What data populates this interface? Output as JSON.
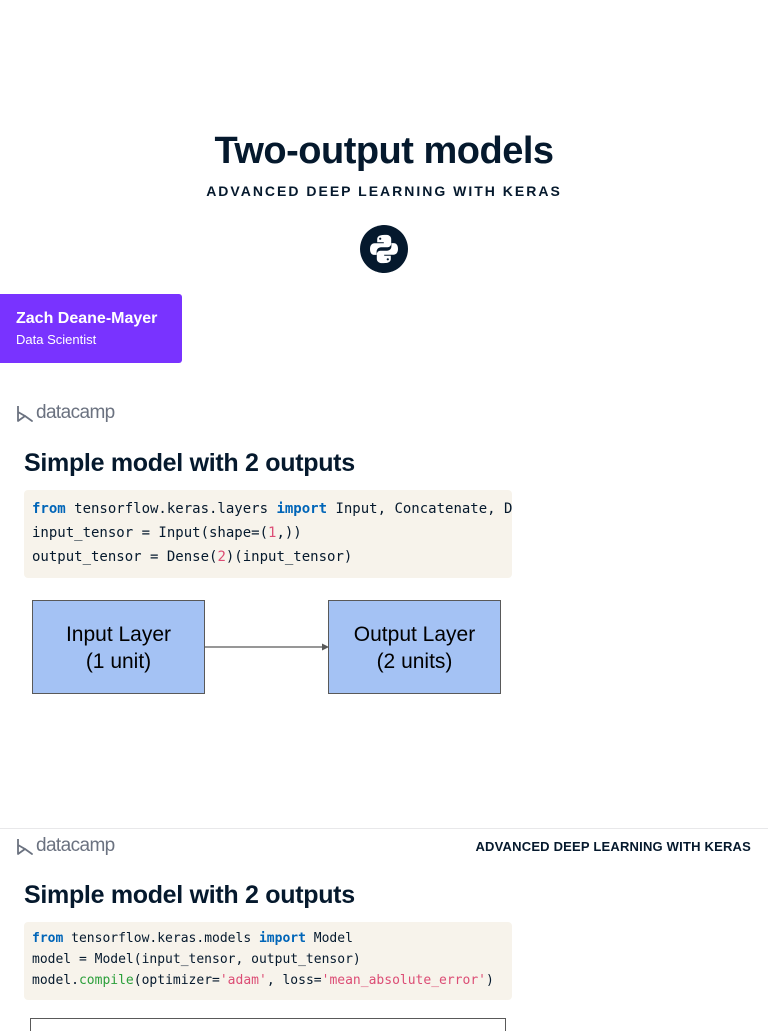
{
  "slide1": {
    "title": "Two-output models",
    "subtitle": "ADVANCED DEEP LEARNING WITH KERAS",
    "author": {
      "name": "Zach Deane-Mayer",
      "role": "Data Scientist"
    },
    "brand": "datacamp",
    "heading": "Simple model with 2 outputs",
    "code": [
      [
        {
          "t": "from",
          "c": "kw"
        },
        {
          "t": " tensorflow.keras.layers ",
          "c": ""
        },
        {
          "t": "import",
          "c": "kw"
        },
        {
          "t": " Input, Concatenate, D",
          "c": ""
        }
      ],
      [
        {
          "t": "input_tensor = Input(shape=(",
          "c": ""
        },
        {
          "t": "1",
          "c": "num"
        },
        {
          "t": ",))",
          "c": ""
        }
      ],
      [
        {
          "t": "output_tensor = Dense(",
          "c": ""
        },
        {
          "t": "2",
          "c": "num"
        },
        {
          "t": ")(input_tensor)",
          "c": ""
        }
      ]
    ],
    "diagram": {
      "input_box": [
        "Input Layer",
        "(1 unit)"
      ],
      "output_box": [
        "Output Layer",
        "(2 units)"
      ]
    }
  },
  "slide2": {
    "brand": "datacamp",
    "course": "ADVANCED DEEP LEARNING WITH KERAS",
    "heading": "Simple model with 2 outputs",
    "code": [
      [
        {
          "t": "from",
          "c": "kw"
        },
        {
          "t": " tensorflow.keras.models ",
          "c": ""
        },
        {
          "t": "import",
          "c": "kw"
        },
        {
          "t": " Model",
          "c": ""
        }
      ],
      [
        {
          "t": "model = Model(input_tensor, output_tensor)",
          "c": ""
        }
      ],
      [
        {
          "t": "model.",
          "c": ""
        },
        {
          "t": "compile",
          "c": "fn"
        },
        {
          "t": "(optimizer=",
          "c": ""
        },
        {
          "t": "'adam'",
          "c": "str"
        },
        {
          "t": ", loss=",
          "c": ""
        },
        {
          "t": "'mean_absolute_error'",
          "c": "str"
        },
        {
          "t": ")",
          "c": ""
        }
      ]
    ]
  },
  "colors": {
    "navy": "#05192d",
    "author_bg": "#7933ff",
    "code_bg": "#f7f3eb",
    "keyword": "#0065b8",
    "number": "#dc4d75",
    "function": "#2b9f3a",
    "box_fill": "#a4c2f4"
  },
  "icons": [
    "python-logo-icon",
    "datacamp-logo-icon",
    "arrow-right-icon"
  ]
}
